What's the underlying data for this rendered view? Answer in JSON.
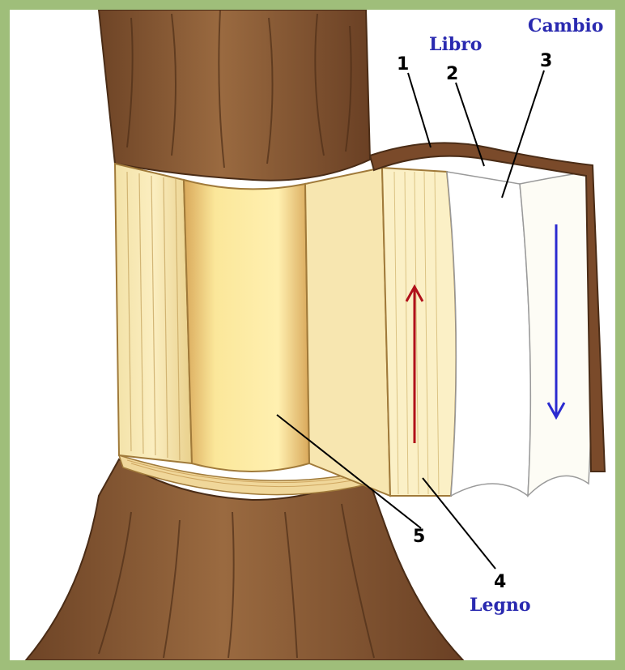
{
  "labels": {
    "cambio": "Cambio",
    "libro": "Libro",
    "legno": "Legno"
  },
  "callouts": [
    "1",
    "2",
    "3",
    "4",
    "5"
  ],
  "colors": {
    "background": "#9fbe7a",
    "bark": "#8a5a34",
    "label_text": "#2a2ab0",
    "arrow_up": "#b0101a",
    "arrow_down": "#2a2ad0"
  },
  "arrows": [
    {
      "name": "xylem-upward-flow",
      "direction": "up"
    },
    {
      "name": "phloem-downward-flow",
      "direction": "down"
    }
  ]
}
